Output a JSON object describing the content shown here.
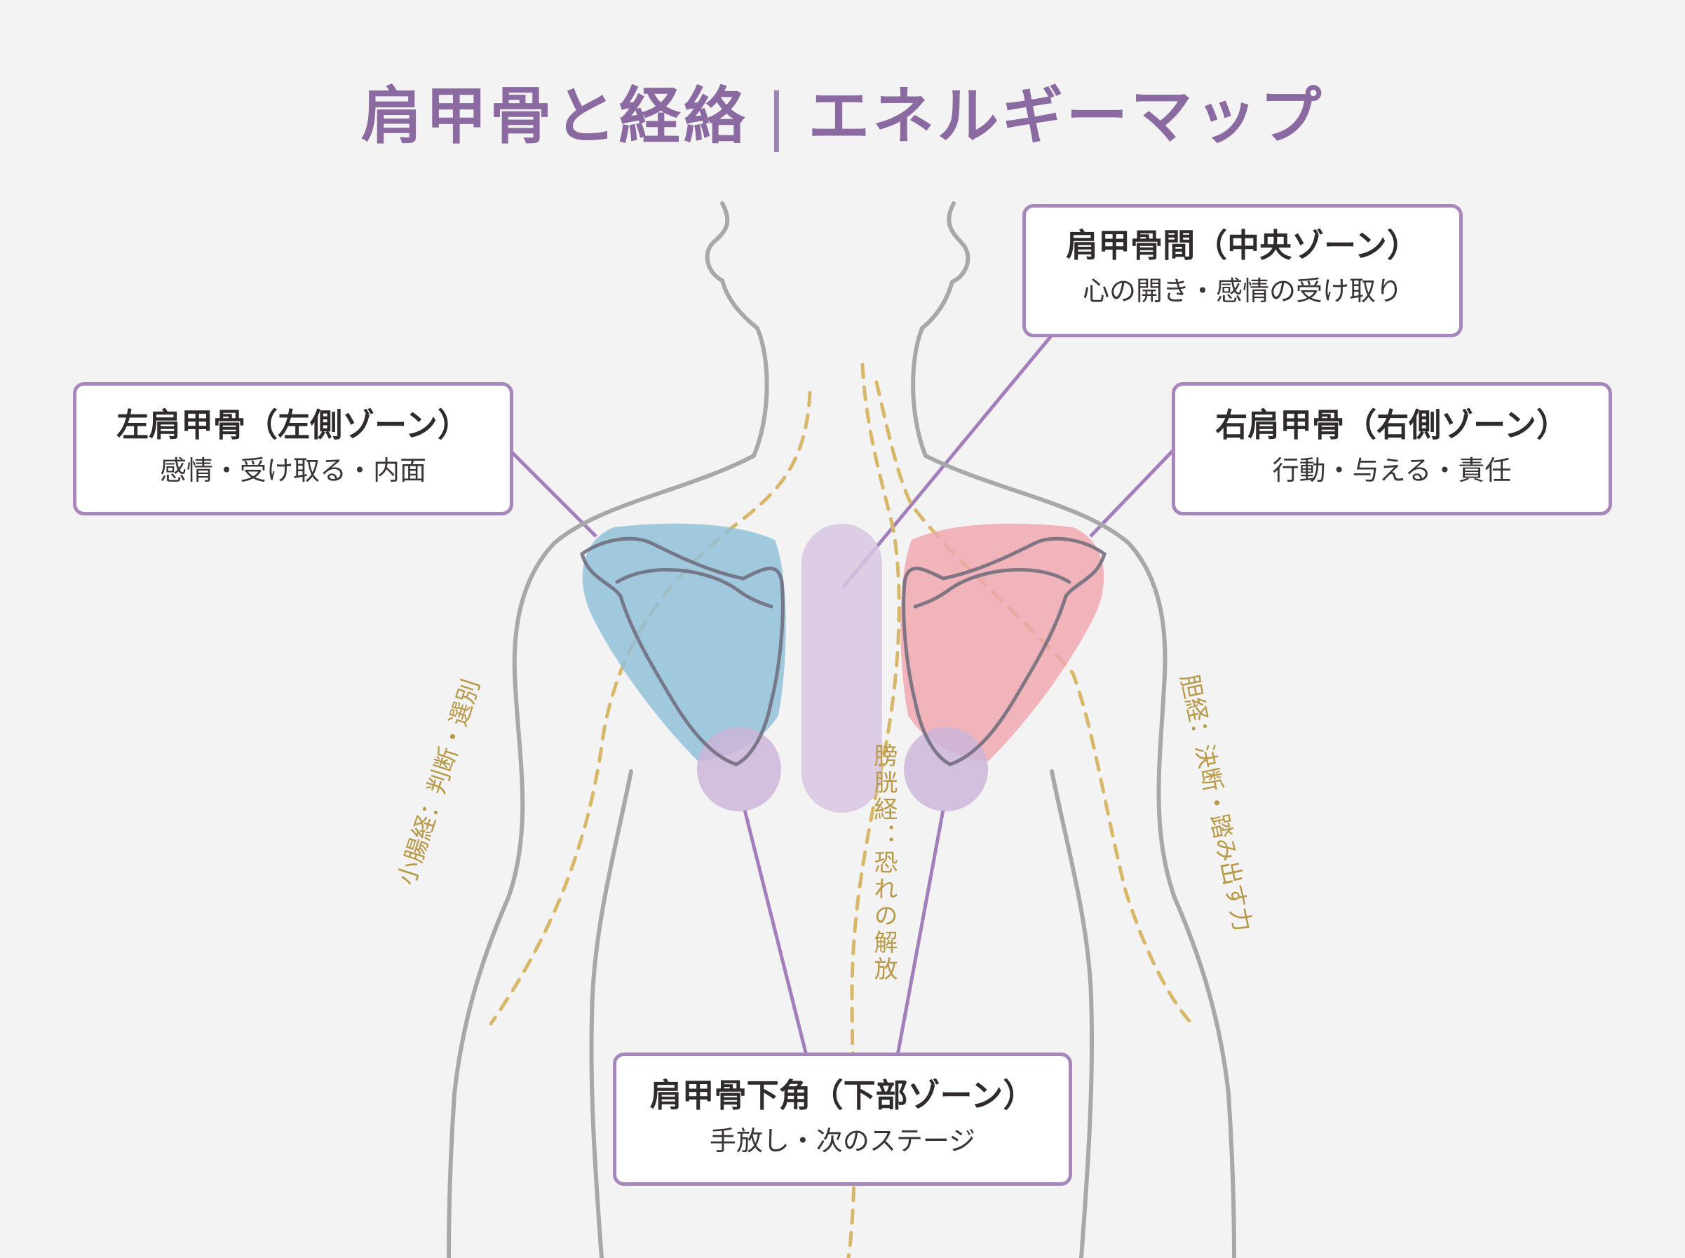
{
  "title": {
    "main": "肩甲骨と経絡",
    "separator": "|",
    "sub": "エネルギーマップ"
  },
  "zones": {
    "central": {
      "title": "肩甲骨間（中央ゾーン）",
      "desc": "心の開き・感情の受け取り"
    },
    "left": {
      "title": "左肩甲骨（左側ゾーン）",
      "desc": "感情・受け取る・内面"
    },
    "right": {
      "title": "右肩甲骨（右側ゾーン）",
      "desc": "行動・与える・責任"
    },
    "lower": {
      "title": "肩甲骨下角（下部ゾーン）",
      "desc": "手放し・次のステージ"
    }
  },
  "meridians": {
    "small_intestine": "小腸経：判断・選別",
    "bladder": "膀胱経：恐れの解放",
    "gallbladder": "胆経：決断・踏み出す力"
  },
  "colors": {
    "title": "#8a6aa0",
    "box_border": "#a787bb",
    "left_scapula": "#8fc0d8",
    "right_scapula": "#f0a6ae",
    "center_zone": "#d7c6e0",
    "lower_zone": "#cdb5d9",
    "meridian_line": "#d7b768",
    "body_outline": "#a8a8a8",
    "connector": "#a27fbb"
  }
}
